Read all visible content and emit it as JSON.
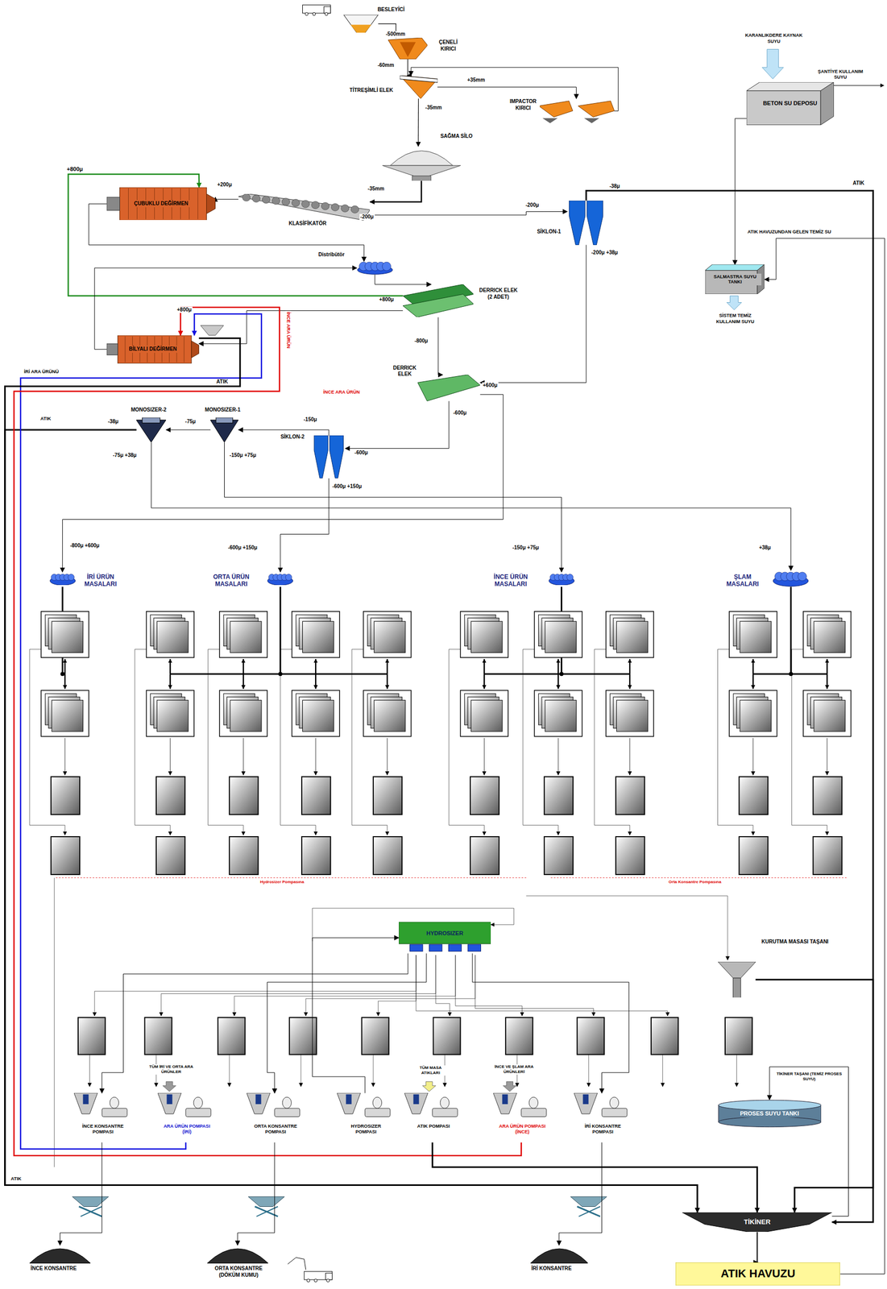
{
  "diagram": {
    "nodes": [
      {
        "text": [
          "BESLEYİCİ"
        ]
      },
      {
        "text": [
          "ÇENELİ KIRICI"
        ]
      },
      {
        "text": [
          "TİTREŞİMLİ ELEK"
        ]
      },
      {
        "text": [
          "IMPACTOR KIRICI"
        ]
      },
      {
        "text": [
          "SAĞMA SİLO"
        ]
      },
      {
        "text": [
          "ÇUBUKLU DEĞİRMEN"
        ]
      },
      {
        "text": [
          "KLASİFİKATÖR"
        ]
      },
      {
        "text": [
          "SİKLON-1"
        ]
      },
      {
        "text": [
          "Distribütör"
        ]
      },
      {
        "text": [
          "DERRICK ELEK (2 ADET)"
        ]
      },
      {
        "text": [
          "BİLYALI DEĞİRMEN"
        ]
      },
      {
        "text": [
          "DERRICK ELEK"
        ]
      },
      {
        "text": [
          "MONOSIZER-2"
        ]
      },
      {
        "text": [
          "MONOSIZER-1"
        ]
      },
      {
        "text": [
          "SİKLON-2"
        ]
      },
      {
        "text": [
          "İRİ ÜRÜN MASALARI"
        ]
      },
      {
        "text": [
          "ORTA ÜRÜN MASALARI"
        ]
      },
      {
        "text": [
          "İNCE ÜRÜN MASALARI"
        ]
      },
      {
        "text": [
          "ŞLAM MASALARI"
        ]
      },
      {
        "text": [
          "HYDROSIZER"
        ]
      },
      {
        "text": [
          "KURUTMA MASASI TAŞANI"
        ]
      },
      {
        "text": [
          "İNCE KONSANTRE POMPASI"
        ]
      },
      {
        "text": [
          "ARA ÜRÜN POMPASI (İRİ)"
        ]
      },
      {
        "text": [
          "ORTA KONSANTRE POMPASI"
        ]
      },
      {
        "text": [
          "HYDROSIZER POMPASI"
        ]
      },
      {
        "text": [
          "ATIK POMPASI"
        ]
      },
      {
        "text": [
          "ARA ÜRÜN POMPASI (İNCE)"
        ]
      },
      {
        "text": [
          "İRİ KONSANTRE POMPASI"
        ]
      },
      {
        "text": [
          "PROSES SUYU TANKI"
        ]
      },
      {
        "text": [
          "TİKİNER"
        ]
      },
      {
        "text": [
          "ATIK HAVUZU"
        ]
      },
      {
        "text": [
          "BETON SU DEPOSU"
        ]
      },
      {
        "text": [
          "SALMASTRA SUYU TANKI"
        ]
      },
      {
        "text": [
          "İNCE KONSANTRE"
        ]
      },
      {
        "text": [
          "ORTA KONSANTRE (DÖKÜM KUMU)"
        ]
      },
      {
        "text": [
          "İRİ KONSANTRE"
        ]
      }
    ],
    "edges": [
      {
        "from": 0,
        "to": 1,
        "arrow": "to"
      },
      {
        "from": 1,
        "to": 2,
        "arrow": "to"
      },
      {
        "from": 2,
        "to": 3,
        "arrow": "to"
      },
      {
        "from": 3,
        "to": 2,
        "arrow": "to"
      },
      {
        "from": 2,
        "to": 4,
        "arrow": "to"
      },
      {
        "from": 4,
        "to": 6,
        "arrow": "to"
      },
      {
        "from": 6,
        "to": 5,
        "arrow": "to"
      },
      {
        "from": 6,
        "to": 7,
        "arrow": "to"
      },
      {
        "from": 7,
        "to": 29,
        "arrow": "to"
      },
      {
        "from": 7,
        "to": 11,
        "arrow": "to"
      },
      {
        "from": 5,
        "to": 8,
        "arrow": "to"
      },
      {
        "from": 8,
        "to": 9,
        "arrow": "to"
      },
      {
        "from": 9,
        "to": 5,
        "arrow": "to"
      },
      {
        "from": 9,
        "to": 11,
        "arrow": "to"
      },
      {
        "from": 11,
        "to": 15,
        "arrow": "to"
      },
      {
        "from": 11,
        "to": 14,
        "arrow": "to"
      },
      {
        "from": 14,
        "to": 13,
        "arrow": "to"
      },
      {
        "from": 13,
        "to": 12,
        "arrow": "to"
      },
      {
        "from": 12,
        "to": 29,
        "arrow": "to"
      },
      {
        "from": 14,
        "to": 16,
        "arrow": "to"
      },
      {
        "from": 13,
        "to": 17,
        "arrow": "to"
      },
      {
        "from": 12,
        "to": 18,
        "arrow": "to"
      },
      {
        "from": 9,
        "to": 10,
        "arrow": "to"
      },
      {
        "from": 10,
        "to": 8,
        "arrow": "to"
      },
      {
        "from": 22,
        "to": 10,
        "arrow": "to"
      },
      {
        "from": 26,
        "to": 10,
        "arrow": "to"
      },
      {
        "from": 10,
        "to": 29,
        "arrow": "to"
      },
      {
        "from": 24,
        "to": 19,
        "arrow": "to"
      },
      {
        "from": 19,
        "to": 21,
        "arrow": "to"
      },
      {
        "from": 19,
        "to": 23,
        "arrow": "to"
      },
      {
        "from": 19,
        "to": 27,
        "arrow": "to"
      },
      {
        "from": 20,
        "to": 29,
        "arrow": "to"
      },
      {
        "from": 25,
        "to": 29,
        "arrow": "to"
      },
      {
        "from": 21,
        "to": 33,
        "arrow": "to"
      },
      {
        "from": 23,
        "to": 34,
        "arrow": "to"
      },
      {
        "from": 27,
        "to": 35,
        "arrow": "to"
      },
      {
        "from": 29,
        "to": 30,
        "arrow": "to"
      },
      {
        "from": 31,
        "to": 32,
        "arrow": "to"
      },
      {
        "from": 29,
        "to": 28,
        "arrow": "to"
      },
      {
        "from": 30,
        "to": 32,
        "arrow": "to"
      }
    ],
    "labels": [
      "-500mm",
      "-60mm",
      "+35mm",
      "-35mm",
      "KARANLIKDERE KAYNAK SUYU",
      "ŞANTİYE KULLANIM SUYU",
      "ATIK",
      "-38μ",
      "+800μ",
      "+200μ",
      "-35mm",
      "-200μ",
      "-200μ",
      "-200μ +38μ",
      "ATIK HAVUZUNDAN GELEN TEMİZ SU",
      "SİSTEM TEMİZ KULLANIM SUYU",
      "+800μ",
      "+800μ",
      "İNCE ARA ÜRÜN",
      "-800μ",
      "İRİ ARA ÜRÜNÜ",
      "ATIK",
      "+600μ",
      "İNCE ARA ÜRÜN",
      "-600μ",
      "ATIK",
      "-38μ",
      "-75μ",
      "-150μ",
      "-75μ +38μ",
      "-150μ +75μ",
      "-600μ",
      "-600μ +150μ",
      "-800μ +600μ",
      "-600μ +150μ",
      "-150μ +75μ",
      "+38μ",
      "Hydrosizer Pompasına",
      "Orta Konsantre Pompasına",
      "TÜM İRİ VE ORTA ARA ÜRÜNLER",
      "TÜM MASA ATIKLARI",
      "İNCE VE ŞLAM ARA ÜRÜNLERİ",
      "TİKİNER TAŞANI (TEMİZ PROSES SUYU)",
      "ATIK"
    ]
  }
}
